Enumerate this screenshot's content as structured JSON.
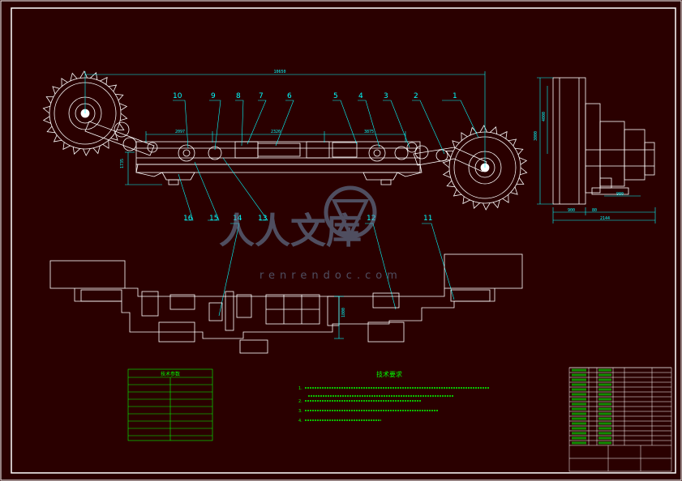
{
  "colors": {
    "background": "#2a0000",
    "frame": "#ffffff",
    "machine": "#ffffff",
    "leader": "#00ffff",
    "dimension": "#00ffff",
    "table_text": "#00ff00",
    "note_text": "#00ff00",
    "watermark": "#6e8fb0"
  },
  "dims": {
    "overall_length": "10650",
    "segment_a": "2097",
    "segment_b": "2320",
    "segment_c": "3875",
    "height_left": "1735",
    "side_height": "3000",
    "side_a": "4000",
    "side_b": "900",
    "side_c": "80",
    "side_d": "2144",
    "side_e": "980",
    "plan_height": "1800"
  },
  "callouts": {
    "top": [
      "10",
      "9",
      "8",
      "7",
      "6",
      "5",
      "4",
      "3",
      "2",
      "1"
    ],
    "bottom": [
      "16",
      "15",
      "14",
      "13",
      "12",
      "11"
    ]
  },
  "watermark": {
    "text_cn": "人人文库",
    "url": "renrendoc.com"
  },
  "notes": {
    "title": "技术要求",
    "items": [
      "1.",
      "2.",
      "3.",
      "4."
    ]
  },
  "tech_table": {
    "title": "技术参数"
  }
}
